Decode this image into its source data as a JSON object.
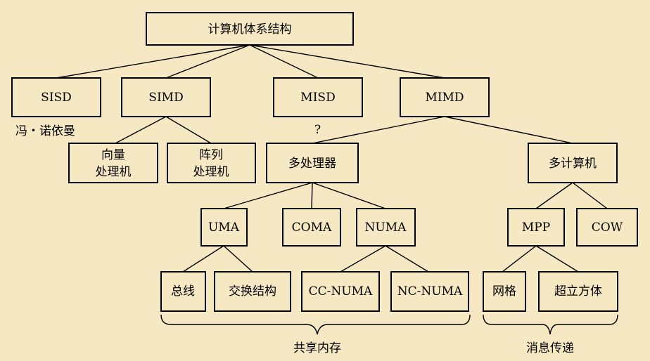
{
  "title": "计算机体系结构",
  "colors": {
    "background": "#f7e8c4",
    "stroke": "#000000"
  },
  "nodes": {
    "root": "计算机体系结构",
    "sisd": "SISD",
    "simd": "SIMD",
    "misd": "MISD",
    "mimd": "MIMD",
    "vector_line1": "向量",
    "vector_line2": "处理机",
    "array_line1": "阵列",
    "array_line2": "处理机",
    "multiprocessor": "多处理器",
    "multicomputer": "多计算机",
    "uma": "UMA",
    "coma": "COMA",
    "numa": "NUMA",
    "mpp": "MPP",
    "cow": "COW",
    "bus": "总线",
    "switch": "交换结构",
    "ccnuma": "CC-NUMA",
    "ncnuma": "NC-NUMA",
    "grid": "网格",
    "hypercube": "超立方体"
  },
  "annotations": {
    "von_neumann": "冯・诺依曼",
    "question": "?",
    "shared_memory": "共享内存",
    "message_passing": "消息传递"
  }
}
